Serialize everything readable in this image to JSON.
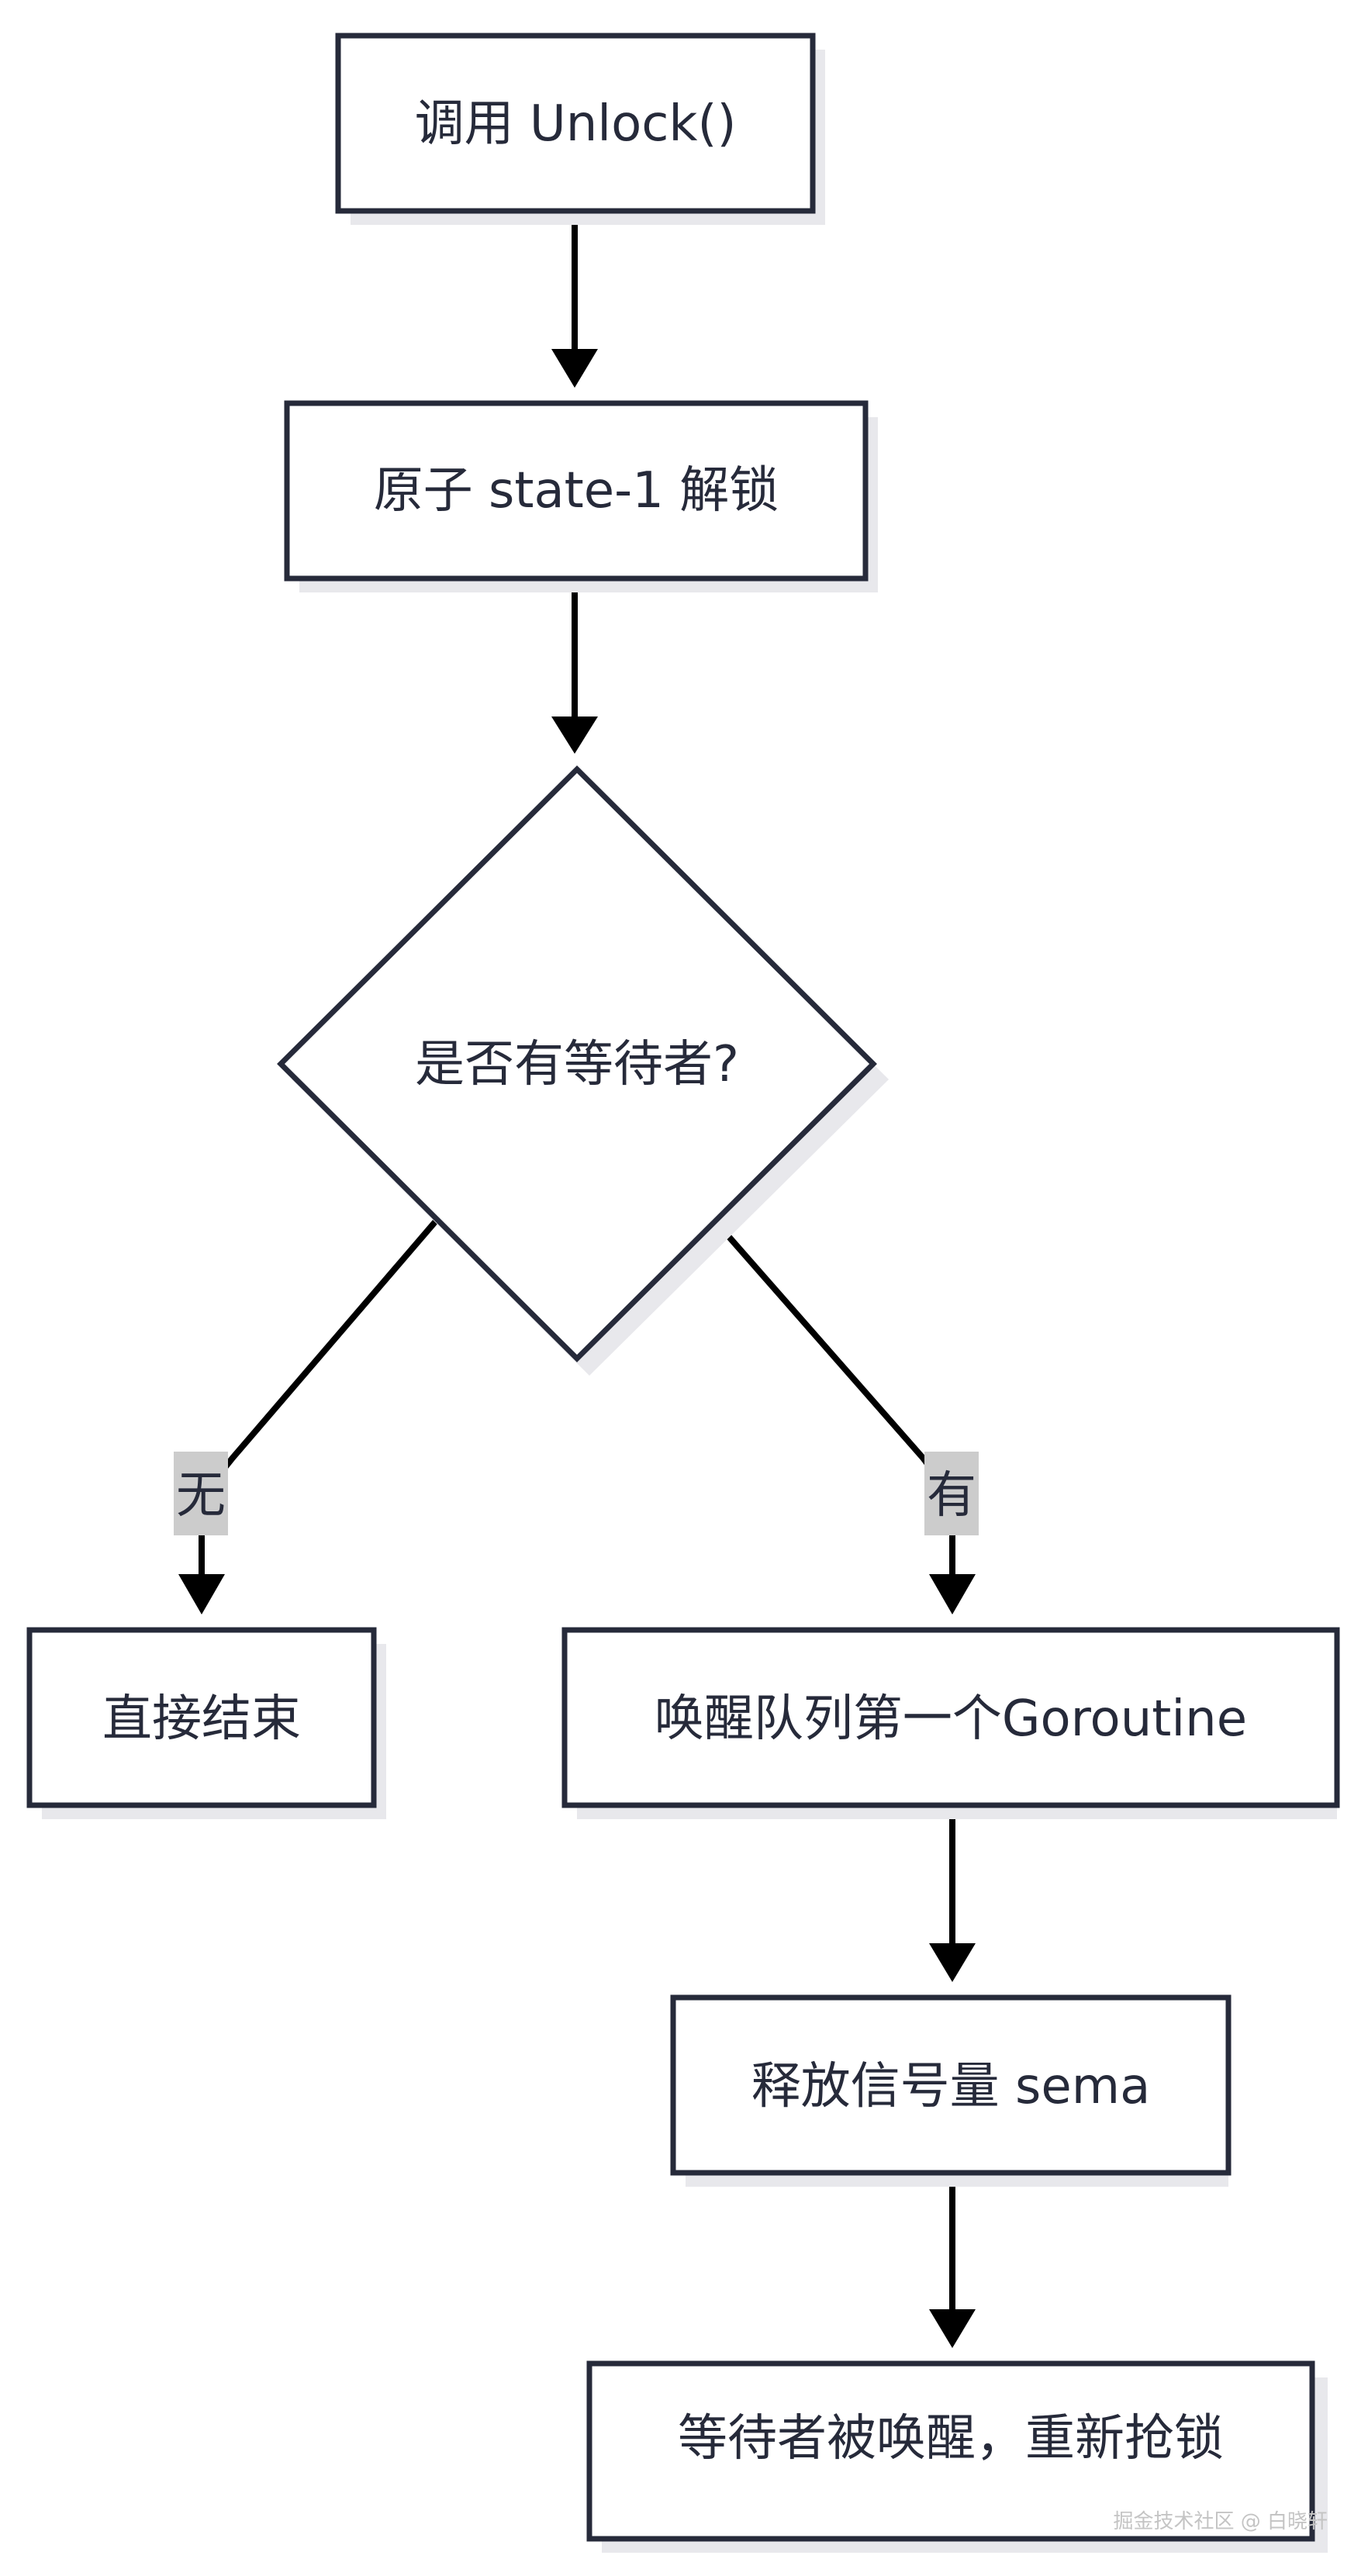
{
  "diagram": {
    "type": "flowchart",
    "nodes": {
      "call_unlock": "调用 Unlock()",
      "atomic_unlock": "原子 state-1 解锁",
      "has_waiters": "是否有等待者?",
      "end_directly": "直接结束",
      "wake_first": "唤醒队列第一个Goroutine",
      "release_sema": "释放信号量 sema",
      "waiter_woken": "等待者被唤醒，重新抢锁"
    },
    "edges": [
      {
        "from": "call_unlock",
        "to": "atomic_unlock",
        "label": ""
      },
      {
        "from": "atomic_unlock",
        "to": "has_waiters",
        "label": ""
      },
      {
        "from": "has_waiters",
        "to": "end_directly",
        "label": "无"
      },
      {
        "from": "has_waiters",
        "to": "wake_first",
        "label": "有"
      },
      {
        "from": "wake_first",
        "to": "release_sema",
        "label": ""
      },
      {
        "from": "release_sema",
        "to": "waiter_woken",
        "label": ""
      }
    ],
    "edge_labels": {
      "no": "无",
      "yes": "有"
    }
  },
  "watermark": "掘金技术社区 @ 白晓轩",
  "colors": {
    "background": "#ffffff",
    "node_fill": "#ffffff",
    "node_stroke": "#262a3a",
    "node_shadow": "#e8e8ec",
    "edge": "#000000",
    "edge_label_bg": "#cccccc",
    "text": "#262a3a"
  }
}
